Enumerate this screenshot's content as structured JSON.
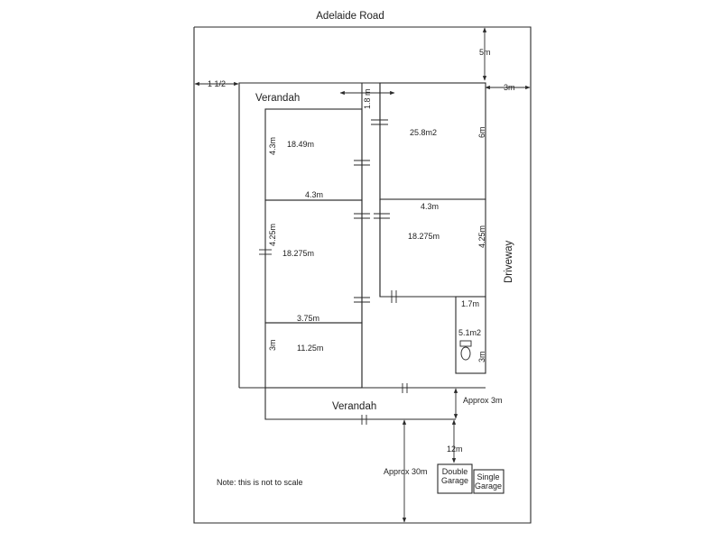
{
  "plan": {
    "road": "Adelaide Road",
    "verandah_top": "Verandah",
    "verandah_bottom": "Verandah",
    "driveway": "Driveway",
    "note": "Note: this is not to scale",
    "double_garage_line1": "Double",
    "double_garage_line2": "Garage",
    "single_garage_line1": "Single",
    "single_garage_line2": "Garage",
    "dims": {
      "front_setback": "5m",
      "left_setback": "1 1/2",
      "right_setback": "3m",
      "hall_width": "1.8 m",
      "room1_area": "18.49m",
      "room1_height": "4.3m",
      "room1_width": "4.3m",
      "room2_area": "25.8m2",
      "room2_height": "6m",
      "room3_area": "18.275m",
      "room3_height": "4.25m",
      "room4_area": "18.275m",
      "room4_width": "4.3m",
      "room4_height": "4.25m",
      "room5_width": "3.75m",
      "room5_height": "3m",
      "room5_area": "11.25m",
      "bath_width": "1.7m",
      "bath_area": "5.1m2",
      "bath_height": "3m",
      "verandah_depth": "Approx 3m",
      "garage_distance": "12m",
      "rear_distance": "Approx 30m"
    },
    "colors": {
      "line": "#2a2a2a",
      "text": "#222222",
      "background": "#ffffff"
    }
  }
}
